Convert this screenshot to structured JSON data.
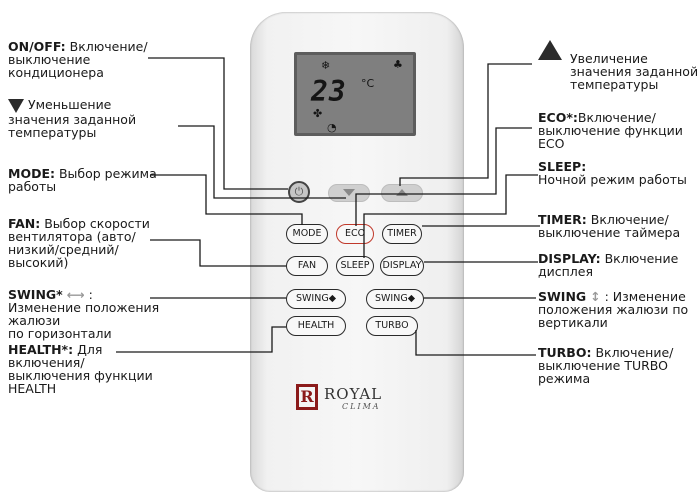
{
  "annotations": {
    "onoff": {
      "key": "ON/OFF:",
      "text1": " Включение/",
      "text2": "выключение",
      "text3": "кондиционера"
    },
    "down": {
      "text1": "Уменьшение",
      "text2": "значения заданной",
      "text3": "температуры"
    },
    "mode": {
      "key": "MODE:",
      "text1": " Выбор режима",
      "text2": "работы"
    },
    "fan": {
      "key": "FAN:",
      "text1": " Выбор скорости",
      "text2": "вентилятора (авто/",
      "text3": "низкий/средний/",
      "text4": "высокий)"
    },
    "swing_h": {
      "key": "SWING*",
      "text1": ":",
      "text2": "Изменение положения",
      "text3": "жалюзи",
      "text4": "по горизонтали"
    },
    "health": {
      "key": "HEALTH*:",
      "text1": " Для",
      "text2": "включения/",
      "text3": "выключения функции",
      "text4": "HEALTH"
    },
    "up": {
      "text1": "Увеличение",
      "text2": "значения заданной",
      "text3": "температуры"
    },
    "eco": {
      "key": "ECO*:",
      "text1": "Включение/",
      "text2": "выключение функции",
      "text3": "ECO"
    },
    "sleep": {
      "key": "SLEEP:",
      "text1": "Ночной режим работы"
    },
    "timer": {
      "key": "TIMER:",
      "text1": " Включение/",
      "text2": "выключение таймера"
    },
    "display": {
      "key": "DISPLAY:",
      "text1": " Включение",
      "text2": "дисплея"
    },
    "swing_v": {
      "key": "SWING",
      "text1": " : Изменение",
      "text2": "положения жалюзи по",
      "text3": "вертикали"
    },
    "turbo": {
      "key": "TURBO:",
      "text1": " Включение/",
      "text2": "выключение TURBO",
      "text3": "режима"
    }
  },
  "remote": {
    "lcd": {
      "temp": "23",
      "unit": "°C"
    },
    "buttons": {
      "mode": "MODE",
      "eco": "ECO",
      "timer": "TIMER",
      "fan": "FAN",
      "sleep": "SLEEP",
      "display": "DISPLAY",
      "swing_h": "SWING◆",
      "swing_v": "SWING◆",
      "health": "HEALTH",
      "turbo": "TURBO"
    },
    "logo": {
      "name": "ROYAL",
      "sub": "CLIMA",
      "mark": "R"
    }
  },
  "colors": {
    "line": "#1a1a1a",
    "highlight": "#c0392b",
    "lcd": "#7f7f7f"
  }
}
